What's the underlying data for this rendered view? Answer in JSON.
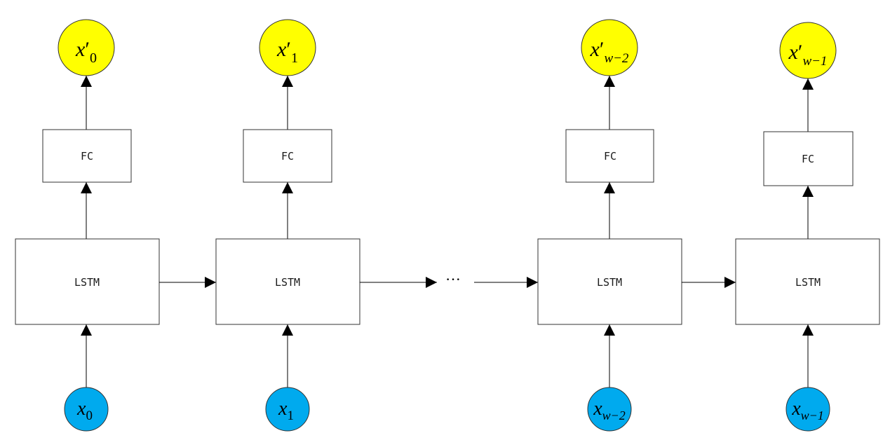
{
  "lstm_label": "LSTM",
  "fc_label": "FC",
  "ellipsis": "···",
  "outputs": [
    {
      "base": "x",
      "prime": "′",
      "sub": "0"
    },
    {
      "base": "x",
      "prime": "′",
      "sub": "1"
    },
    {
      "base": "x",
      "prime": "′",
      "sub": "w−2"
    },
    {
      "base": "x",
      "prime": "′",
      "sub": "w−1"
    }
  ],
  "inputs": [
    {
      "base": "x",
      "sub": "0"
    },
    {
      "base": "x",
      "sub": "1"
    },
    {
      "base": "x",
      "sub": "w−2"
    },
    {
      "base": "x",
      "sub": "w−1"
    }
  ],
  "colors": {
    "output_fill": "#ffff00",
    "input_fill": "#00aaee",
    "stroke": "#333333"
  }
}
